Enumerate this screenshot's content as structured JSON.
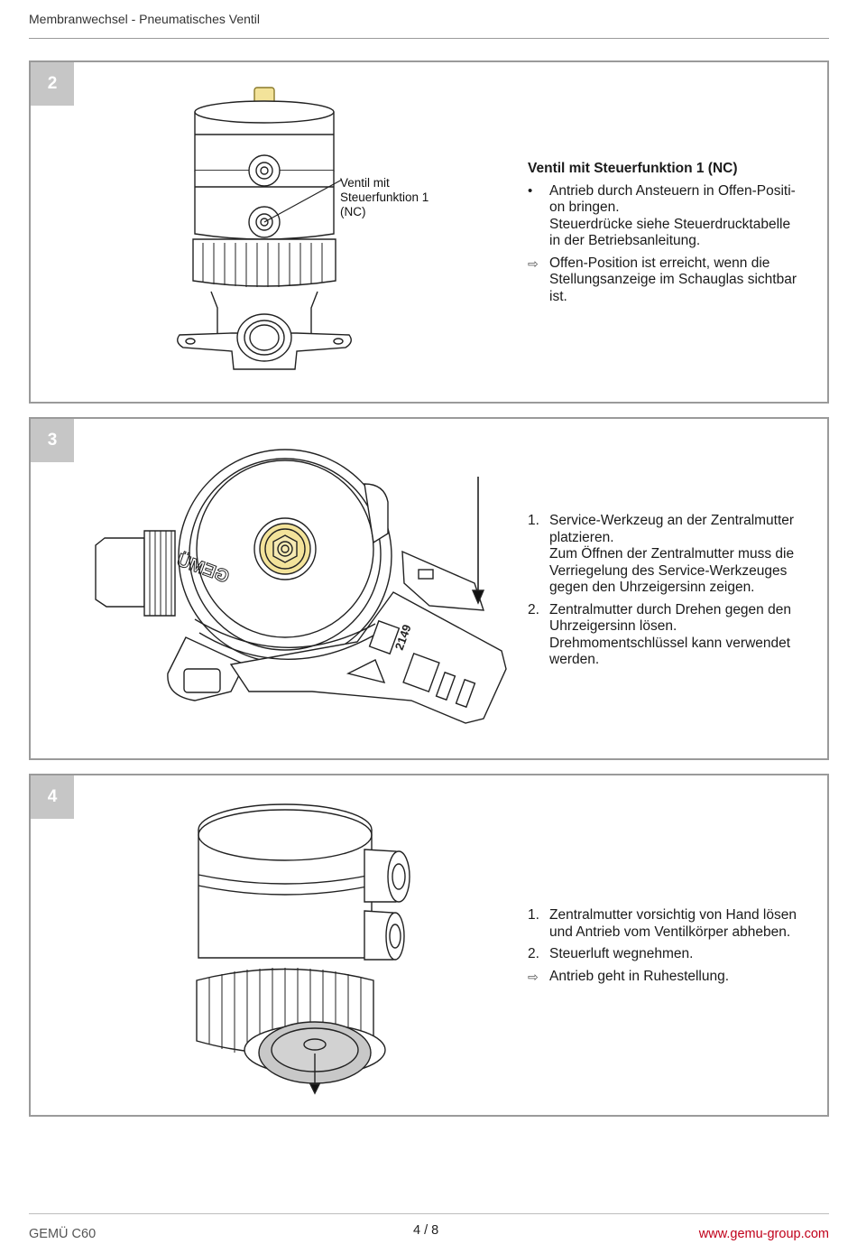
{
  "header": {
    "title": "Membranwechsel - Pneumatisches Ventil"
  },
  "steps": [
    {
      "number": "2",
      "callout": [
        "Ventil mit",
        "Steuerfunktion 1",
        "(NC)"
      ],
      "heading": "Ventil mit Steuerfunktion 1 (NC)",
      "items": [
        {
          "marker": "•",
          "lines": [
            "Antrieb durch Ansteuern in Offen-Positi-",
            "on bringen.",
            "Steuerdrücke siehe Steuerdrucktabelle",
            "in der Betriebsanleitung."
          ]
        },
        {
          "marker": "⇨",
          "lines": [
            "Offen-Position ist erreicht, wenn die",
            "Stellungsanzeige im Schauglas sichtbar",
            "ist."
          ]
        }
      ]
    },
    {
      "number": "3",
      "engraving": [
        "GEMÜ",
        "2149"
      ],
      "items": [
        {
          "marker": "1.",
          "lines": [
            "Service-Werkzeug an der Zentralmutter",
            "platzieren.",
            "Zum Öffnen der Zentralmutter muss die",
            "Verriegelung des Service-Werkzeuges",
            "gegen den Uhrzeigersinn zeigen."
          ]
        },
        {
          "marker": "2.",
          "lines": [
            "Zentralmutter durch Drehen gegen den",
            "Uhrzeigersinn lösen.",
            "Drehmomentschlüssel kann verwendet",
            "werden."
          ]
        }
      ]
    },
    {
      "number": "4",
      "items": [
        {
          "marker": "1.",
          "lines": [
            "Zentralmutter vorsichtig von Hand lösen",
            "und Antrieb vom Ventilkörper abheben."
          ]
        },
        {
          "marker": "2.",
          "lines": [
            "Steuerluft wegnehmen."
          ]
        },
        {
          "marker": "⇨",
          "lines": [
            "Antrieb geht in Ruhestellung."
          ]
        }
      ]
    }
  ],
  "footer": {
    "product": "GEMÜ C60",
    "page": "4 / 8",
    "url": "www.gemu-group.com"
  },
  "colors": {
    "accent": "#c0001a",
    "highlight": "#f3e39a",
    "border": "#9a9a9a",
    "stepBadge": "#c6c6c6"
  }
}
